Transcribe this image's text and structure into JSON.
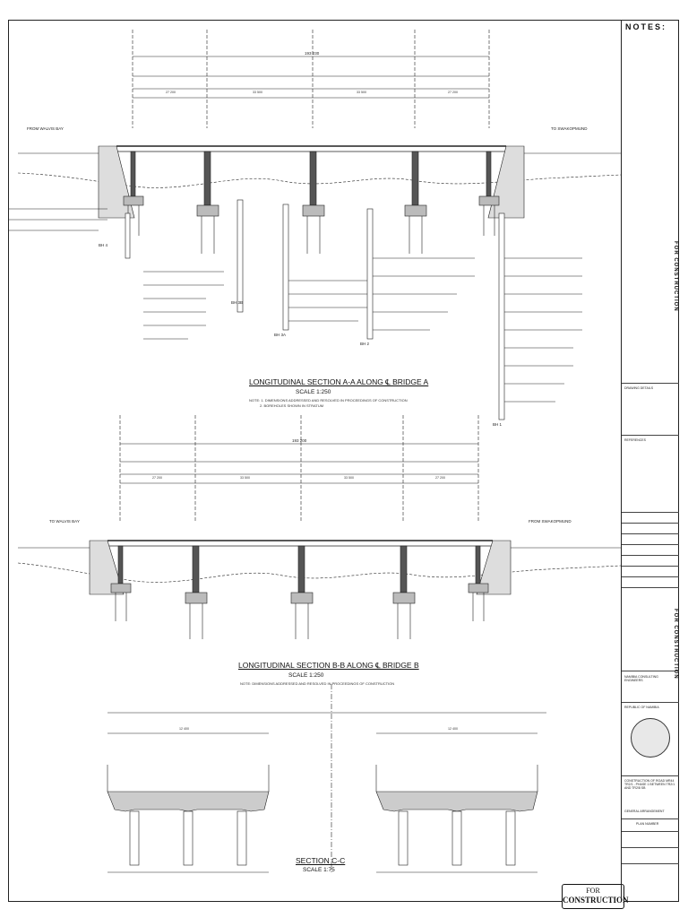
{
  "sheet": {
    "notes_title": "NOTES:",
    "for_construction_vertical": "FOR CONSTRUCTION",
    "stamp_line1": "FOR",
    "stamp_line2": "CONSTRUCTION"
  },
  "section_a": {
    "title": "LONGITUDINAL SECTION A-A ALONG ℄ BRIDGE A",
    "scale": "SCALE 1:250",
    "note1": "NOTE: 1. DIMENSIONS ADDRESSED AND RESOLVED IN PROCEEDINGS OF CONSTRUCTION",
    "note2": "2. BOREHOLES SHOWN IN STRATUM",
    "from_left": "FROM WALVIS BAY",
    "to_right": "TO SWAKOPMUND",
    "overall": "193 230",
    "spans": [
      "27 200",
      "33 500",
      "33 500",
      "27 200"
    ],
    "bh_labels": [
      "BH 4",
      "BH 3A",
      "BH 2",
      "BH 1",
      "BH 3B"
    ]
  },
  "section_b": {
    "title": "LONGITUDINAL SECTION B-B ALONG ℄ BRIDGE B",
    "scale": "SCALE 1:250",
    "note1": "NOTE: DIMENSIONS ADDRESSED AND RESOLVED IN PROCEEDINGS OF CONSTRUCTION",
    "from_left": "TO WALVIS BAY",
    "to_right": "FROM SWAKOPMUND",
    "overall": "193 200",
    "spans": [
      "27 200",
      "33 500",
      "33 500",
      "27 200"
    ]
  },
  "section_c": {
    "title": "SECTION C-C",
    "scale": "SCALE 1:75",
    "widths": [
      "12 400",
      "12 400"
    ]
  },
  "title_block": {
    "drawing_details": "DRAWING DETAILS",
    "references": "REFERENCES",
    "consultant": "NAMIBIA CONSULTING ENGINEERS",
    "client": "REPUBLIC OF NAMIBIA",
    "project": "CONSTRUCTION OF ROAD MR44 TR2/1 - PHASE 1 BETWEEN TR2/1 AND TR2/8 SB",
    "drawing_title": "GENERAL ARRANGEMENT",
    "plan_number": "PLAN NUMBER"
  }
}
